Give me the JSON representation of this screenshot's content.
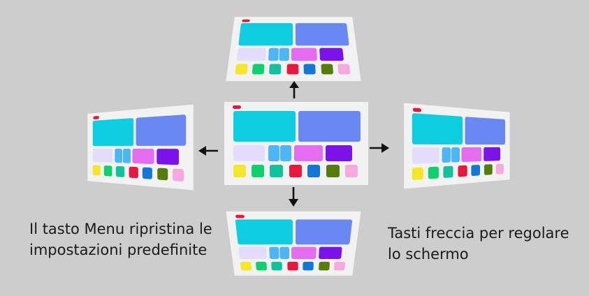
{
  "captions": {
    "left": [
      "Il tasto Menu ripristina le",
      "impostazioni predefinite"
    ],
    "right": [
      "Tasti freccia per regolare",
      "lo schermo"
    ]
  },
  "colors": {
    "background": "#cdcdcd",
    "panel": "#f2f2f2",
    "dot": "#e8173f",
    "arrow": "#111111",
    "tiles_large": [
      "#0fcde0",
      "#6a88f2"
    ],
    "tiles_mid": [
      "#e3dcfb",
      "#4db6f5",
      "#4db6f5",
      "#e46cf0",
      "#7b12ea"
    ],
    "tiles_small": [
      "#f5e62c",
      "#0fd06e",
      "#12c29a",
      "#e8173f",
      "#1477d6",
      "#567d0c",
      "#f7a8dc"
    ]
  },
  "screens": [
    "screen-center",
    "screen-up",
    "screen-down",
    "screen-left",
    "screen-right"
  ],
  "arrows": [
    "arrow-up-icon",
    "arrow-down-icon",
    "arrow-left-icon",
    "arrow-right-icon"
  ]
}
